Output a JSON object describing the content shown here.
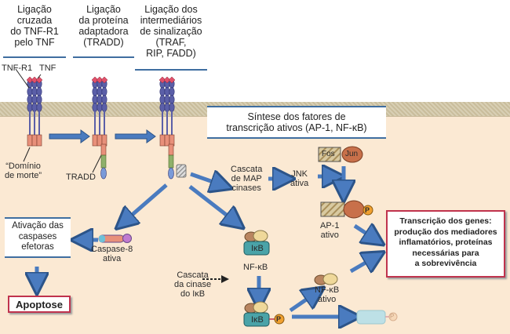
{
  "headers": [
    {
      "id": "tnf-binding",
      "text": "Ligação cruzada do TNF-R1 pelo TNF"
    },
    {
      "id": "tradd-binding",
      "text": "Ligação da proteína adaptadora (TRADD)"
    },
    {
      "id": "intermediates-binding",
      "text": "Ligação dos intermediários de sinalização (TRAF, RIP, FADD)"
    },
    {
      "id": "synthesis",
      "text": "Síntese dos fatores de transcrição ativos (AP-1, NF-κB)"
    }
  ],
  "header_lines": {
    "tnf": [
      "Ligação",
      "cruzada",
      "do TNF-R1",
      "pelo TNF"
    ],
    "tradd": [
      "Ligação",
      "da proteína",
      "adaptadora",
      "(TRADD)"
    ],
    "intermediates": [
      "Ligação dos",
      "intermediários",
      "de sinalização",
      "(TRAF,",
      "RIP, FADD)"
    ],
    "synthesis": [
      "Síntese dos fatores de",
      "transcrição ativos (AP-1, NF-κB)"
    ]
  },
  "labels": {
    "tnfr1": "TNF-R1",
    "tnf": "TNF",
    "death_domain": [
      "“Domínio",
      "de morte”"
    ],
    "tradd": "TRADD",
    "map_cascade": [
      "Cascata",
      "de MAP",
      "cinases"
    ],
    "jnk": [
      "JNK",
      "ativa"
    ],
    "fos": "Fos",
    "jun": "Jun",
    "ap1": [
      "AP-1",
      "ativo"
    ],
    "phospho": "P",
    "caspase8": [
      "Caspase-8",
      "ativa"
    ],
    "ikb": "IκB",
    "nfkb": "NF-κB",
    "ikb_kinase": [
      "Cascata",
      "da cinase",
      "do IκB"
    ],
    "nfkb_active": [
      "NF-κB",
      "ativo"
    ]
  },
  "caspase_box": [
    "Ativação das",
    "caspases",
    "efetoras"
  ],
  "apoptosis": "Apoptose",
  "genes_box": [
    "Transcrição dos genes:",
    "produção dos mediadores",
    "inflamatórios, proteínas",
    "necessárias para",
    "a sobrevivência"
  ],
  "colors": {
    "arrow": "#4a7bbf",
    "arrow_outline": "#2c5489",
    "receptor": "#5b5fa8",
    "tnf": "#e0506a",
    "death_domain": "#e8907a",
    "tradd_green": "#8fb06a",
    "cytoplasm": "#fbe9d3",
    "red_box": "#c0334d",
    "ikb": "#4aa3a8",
    "jun": "#c8704a",
    "phospho": "#f0a030"
  }
}
